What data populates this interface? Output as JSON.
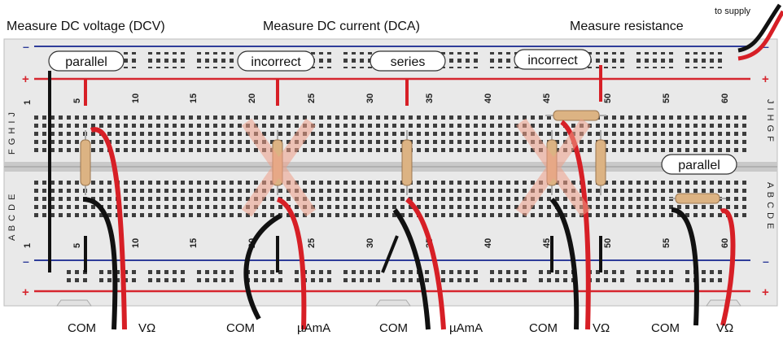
{
  "headings": {
    "dcv": "Measure DC voltage (DCV)",
    "dca": "Measure DC current (DCA)",
    "res": "Measure resistance"
  },
  "supply_note": "to supply",
  "rail_signs": {
    "minus": "–",
    "plus": "+"
  },
  "row_letters_top": "F G H I J",
  "row_letters_top_short": "J I H G F",
  "row_letters_bottom": "A B C D E",
  "column_numbers": [
    "1",
    "5",
    "10",
    "15",
    "20",
    "25",
    "30",
    "35",
    "40",
    "45",
    "50",
    "55",
    "60"
  ],
  "tags": {
    "parallel_1": "parallel",
    "incorrect_1": "incorrect",
    "series": "series",
    "incorrect_2": "incorrect",
    "parallel_2": "parallel"
  },
  "probe_labels": {
    "dcv_com": "COM",
    "dcv_v": "VΩ",
    "dca_bad_com": "COM",
    "dca_bad_ma": "µAmA",
    "dca_good_com": "COM",
    "dca_good_ma": "µAmA",
    "res_bad_com": "COM",
    "res_bad_v": "VΩ",
    "res_good_com": "COM",
    "res_good_v": "VΩ"
  },
  "colors": {
    "board": "#e9e9e9",
    "rail_red": "#d6262f",
    "rail_blue": "#2f3d9a",
    "probe_red": "#d71f26",
    "probe_black": "#111111",
    "resistor": "#dcb383",
    "cross": "#f0a089"
  }
}
